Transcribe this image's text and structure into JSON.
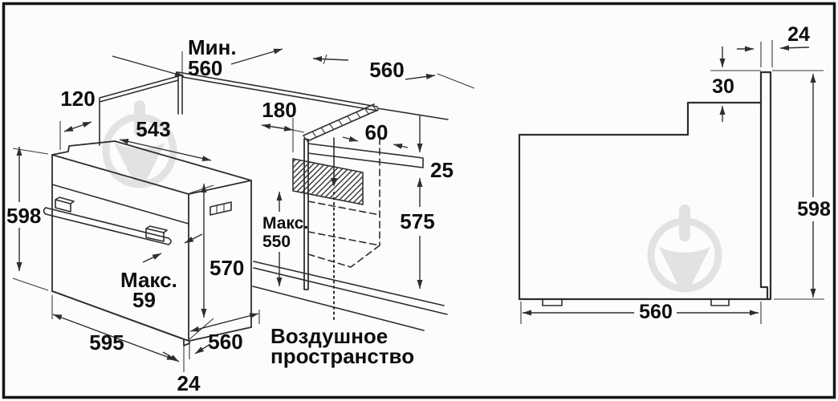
{
  "diagram": {
    "left": {
      "min_word": "Мин.",
      "min_value": "560",
      "offset_120": "120",
      "top_width_543": "543",
      "height_598": "598",
      "gap_180": "180",
      "top_depth_560": "560",
      "vent_60": "60",
      "rail_25": "25",
      "niche_575": "575",
      "max_word": "Макс.",
      "max_value_550": "550",
      "door_570": "570",
      "max2_word": "Макс.",
      "max2_value_59": "59",
      "width_595": "595",
      "depth_560": "560",
      "door_thick_24": "24",
      "air_line1": "Воздушное",
      "air_line2": "пространство"
    },
    "right": {
      "panel_24": "24",
      "step_30": "30",
      "height_598": "598",
      "depth_560": "560"
    }
  }
}
